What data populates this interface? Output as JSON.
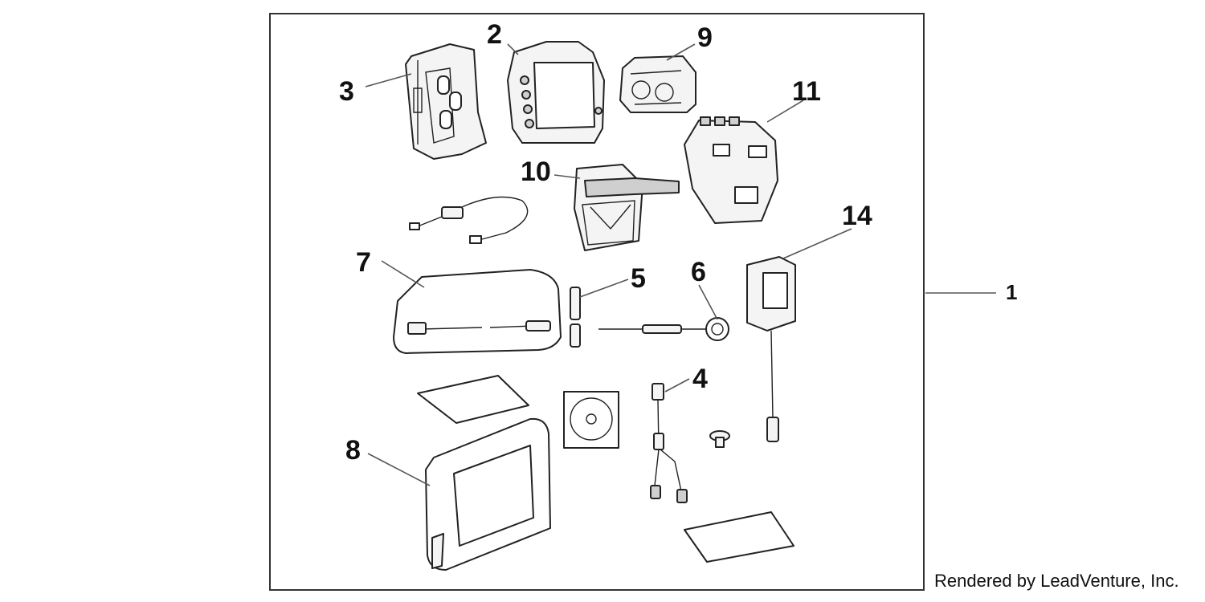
{
  "callouts": {
    "c1": "1",
    "c2": "2",
    "c3": "3",
    "c4": "4",
    "c5": "5",
    "c6": "6",
    "c7": "7",
    "c8": "8",
    "c9": "9",
    "c10": "10",
    "c11": "11",
    "c14": "14"
  },
  "footer": {
    "credit": "Rendered by LeadVenture, Inc."
  }
}
